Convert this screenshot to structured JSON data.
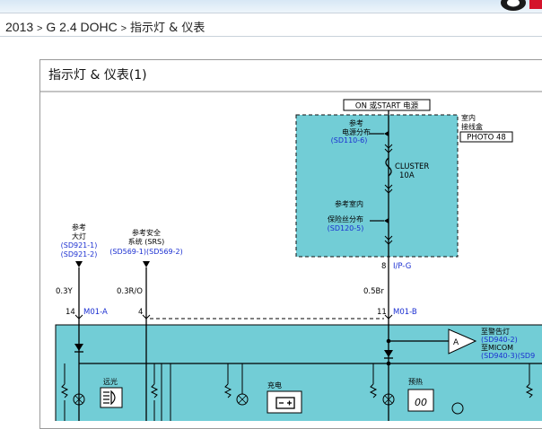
{
  "breadcrumb": {
    "year": "2013",
    "sep1": ">",
    "engine": "G 2.4 DOHC",
    "sep2": ">",
    "section": "指示灯 & 仪表"
  },
  "panel": {
    "title": "指示灯 & 仪表(1)"
  },
  "diagram": {
    "power_label": "ON 或START 电源",
    "ref1_line1": "参考",
    "ref1_line2": "电源分布",
    "ref1_code": "(SD110-6)",
    "cluster_name": "CLUSTER",
    "cluster_amp": "10A",
    "ref2_line1": "参考室内",
    "ref2_line2": "保险丝分布",
    "ref2_code": "(SD120-5)",
    "jb_line1": "室内",
    "jb_line2": "接线盒",
    "photo": "PHOTO 48",
    "hl_ref_line1": "参考",
    "hl_ref_line2": "大灯",
    "hl_ref_code1": "(SD921-1)",
    "hl_ref_code2": "(SD921-2)",
    "srs_ref_line1": "参考安全",
    "srs_ref_line2": "系统 (SRS)",
    "srs_ref_code": "(SD569-1)(SD569-2)",
    "pin8": "8",
    "pin8_conn": "I/P-G",
    "wire_3y": "0.3Y",
    "wire_3ro": "0.3R/O",
    "wire_5br": "0.5Br",
    "pin14": "14",
    "pin14_conn": "M01-A",
    "pin4": "4",
    "pin11": "11",
    "pin11_conn": "M01-B",
    "amp_symbol": "A",
    "warn_line1": "至警告灯",
    "warn_code1": "(SD940-2)",
    "warn_line2": "至MICOM",
    "warn_code2": "(SD940-3)(SD9",
    "high_beam": "远光",
    "charge": "充电",
    "preheat": "预热",
    "preheat_glyph": "00"
  }
}
